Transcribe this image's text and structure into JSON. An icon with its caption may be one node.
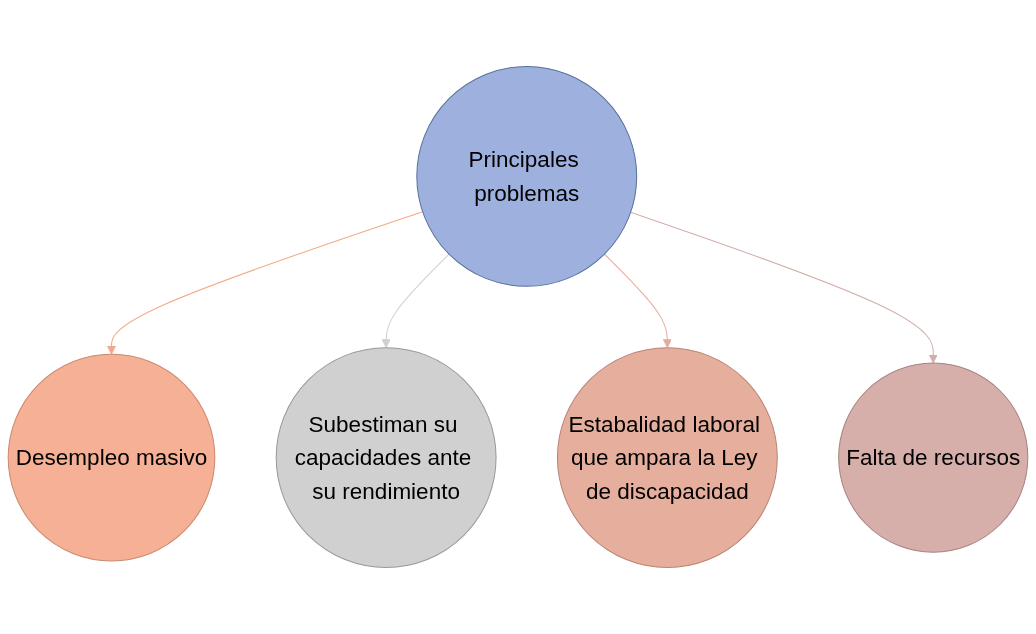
{
  "diagram": {
    "nodes": [
      {
        "text": [
          "Desempleo masivo"
        ]
      },
      {
        "text": [
          "Subestiman su capacidades ante su rendimiento"
        ]
      },
      {
        "text": [
          "Principales problemas"
        ]
      },
      {
        "text": [
          "Estabalidad laboral que ampara la Ley de discapacidad"
        ]
      },
      {
        "text": [
          "Falta de recursos"
        ]
      }
    ],
    "edges": [
      {
        "from": 2,
        "to": 0,
        "arrow": "to",
        "color": "#f4a888"
      },
      {
        "from": 2,
        "to": 1,
        "arrow": "to",
        "color": "#d0d0d0"
      },
      {
        "from": 2,
        "to": 3,
        "arrow": "to",
        "color": "#e6ab9c"
      },
      {
        "from": 2,
        "to": 4,
        "arrow": "to",
        "color": "#d4aeab"
      }
    ]
  }
}
